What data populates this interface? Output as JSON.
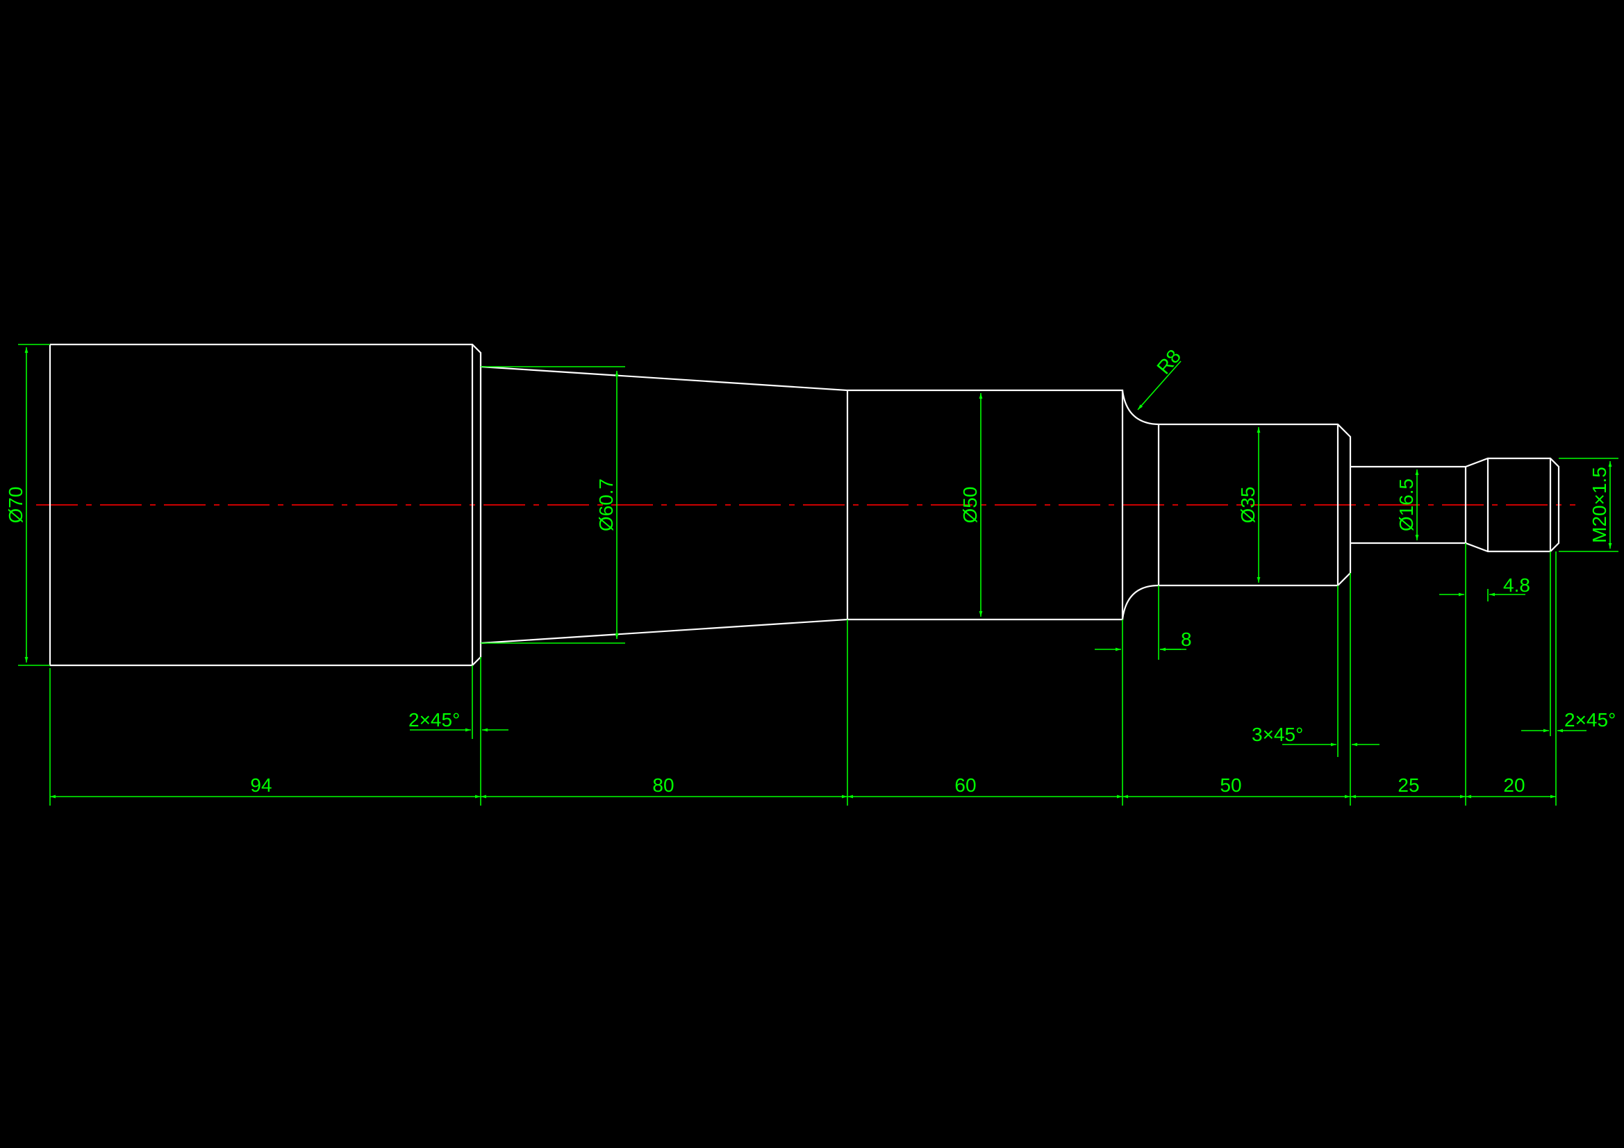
{
  "colors": {
    "background": "#000000",
    "outline": "#ffffff",
    "dimension": "#00ff00",
    "centerline": "#cc0000"
  },
  "diameters": {
    "d70": "Ø70",
    "d60_7": "Ø60.7",
    "d50": "Ø50",
    "d35": "Ø35",
    "d16_5": "Ø16.5",
    "thread": "M20×1.5"
  },
  "lengths": {
    "l94": "94",
    "l80": "80",
    "l60": "60",
    "l50": "50",
    "l25": "25",
    "l20": "20"
  },
  "details": {
    "radius": "R8",
    "fillet_width": "8",
    "groove_width": "4.8",
    "chamfer_left": "2×45°",
    "chamfer_mid": "3×45°",
    "chamfer_right": "2×45°"
  }
}
